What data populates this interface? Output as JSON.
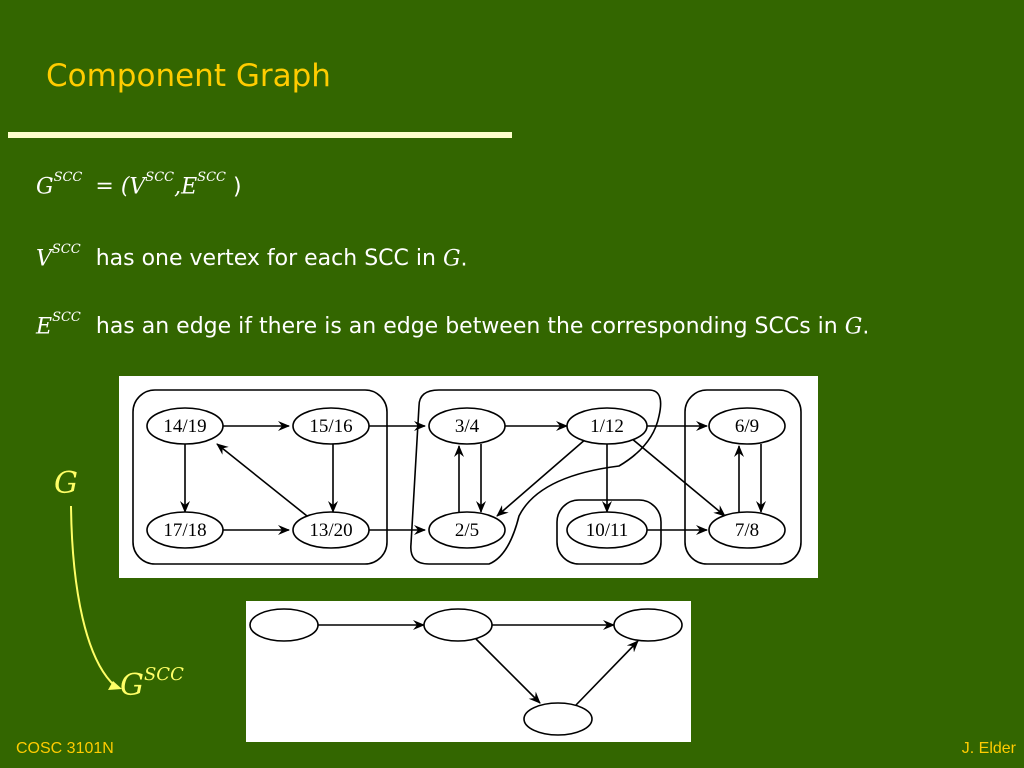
{
  "title": "Component Graph",
  "definition": {
    "lhs": "G",
    "lhs_sup": "SCC",
    "eq": "= (",
    "v": "V",
    "v_sup": "SCC",
    "comma": ",",
    "e": "E",
    "e_sup": "SCC",
    "close": ")"
  },
  "vertex_line": {
    "sym": "V",
    "sup": "SCC",
    "text": "has one vertex for each SCC in",
    "g": "G",
    "end": "."
  },
  "edge_line": {
    "sym": "E",
    "sup": "SCC",
    "text": "has an edge if there is an edge between the corresponding SCCs in",
    "g": "G",
    "end": "."
  },
  "graph_label": "G",
  "scc_label": {
    "sym": "G",
    "sup": "SCC"
  },
  "graph": {
    "nodes": [
      "14/19",
      "15/16",
      "3/4",
      "1/12",
      "6/9",
      "17/18",
      "13/20",
      "2/5",
      "10/11",
      "7/8"
    ]
  },
  "footer": {
    "left": "COSC 3101N",
    "right": "J. Elder"
  },
  "colors": {
    "background": "#336600",
    "title": "#ffcc00",
    "rule": "#ffffcc",
    "arrow": "#ffff66"
  }
}
